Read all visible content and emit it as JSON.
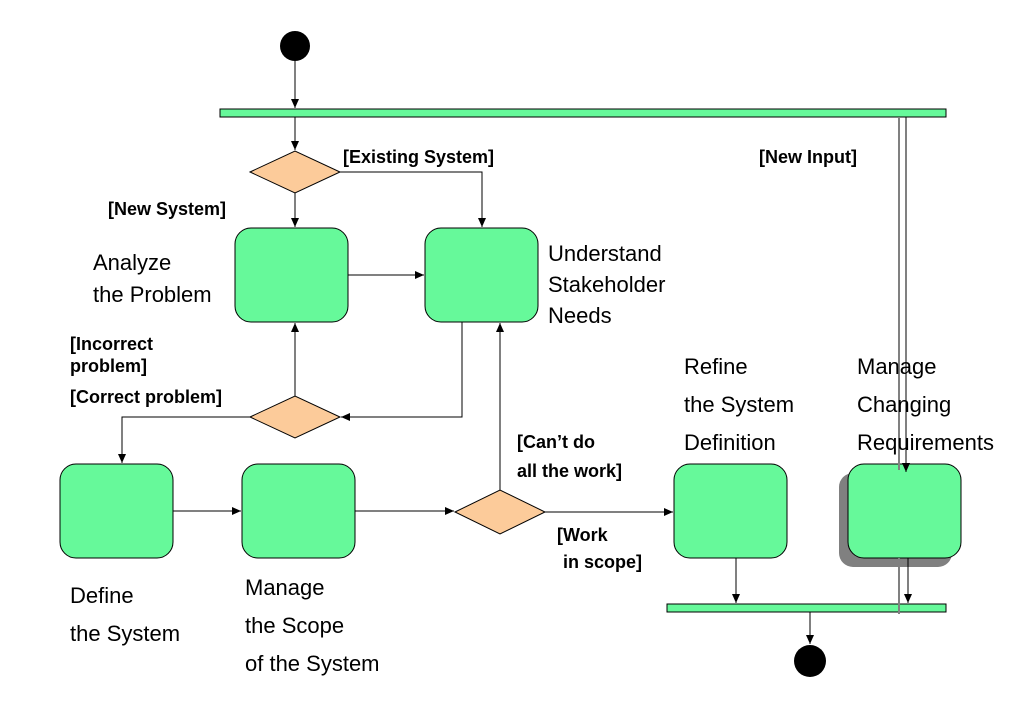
{
  "activities": {
    "analyze": {
      "label_lines": [
        "Analyze",
        "the Problem"
      ]
    },
    "understand": {
      "label_lines": [
        "Understand",
        "Stakeholder",
        "Needs"
      ]
    },
    "define": {
      "label_lines": [
        "Define",
        "the System"
      ]
    },
    "manage_scope": {
      "label_lines": [
        "Manage",
        "the Scope",
        "of the System"
      ]
    },
    "refine": {
      "label_lines": [
        "Refine",
        "the System",
        "Definition"
      ]
    },
    "manage_changing": {
      "label_lines": [
        "Manage",
        "Changing",
        "Requirements"
      ]
    }
  },
  "guards": {
    "existing_system": "[Existing System]",
    "new_system": "[New System]",
    "new_input": "[New Input]",
    "incorrect_problem_lines": [
      "[Incorrect",
      "problem]"
    ],
    "correct_problem": "[Correct problem]",
    "cant_do_lines": [
      "[Can’t do",
      "all the work]"
    ],
    "work_in_scope_lines": [
      "[Work",
      "in scope]"
    ]
  },
  "colors": {
    "activity_fill": "#66f99a",
    "decision_fill": "#fccb9a",
    "bar_fill": "#66f99a",
    "shadow": "#808080",
    "node": "#000000"
  }
}
